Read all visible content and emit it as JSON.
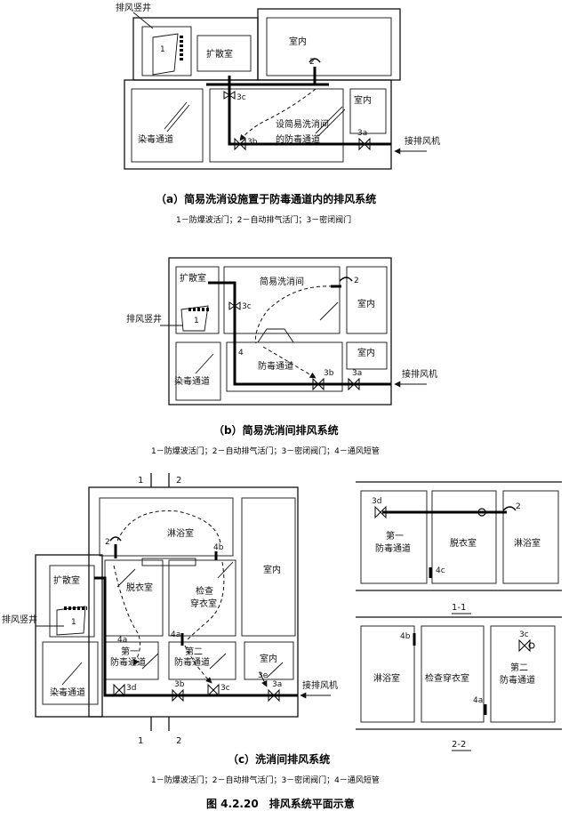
{
  "panel_a": {
    "labels": {
      "shaft": "排风竖井",
      "diffusion": "扩散室",
      "indoor1": "室内",
      "indoor2": "室内",
      "decon": "染毒通道",
      "simple1": "设简易洗消间",
      "simple2": "的防毒通道",
      "connect": "接排风机",
      "n1": "1",
      "n2": "2",
      "n3a": "3a",
      "n3b": "3b",
      "n3c": "3c"
    },
    "caption": "（a）简易洗消设施置于防毒通道内的排风系统",
    "legend": "1－防爆波活门；2－自动排气活门；3－密闭阀门"
  },
  "panel_b": {
    "labels": {
      "diffusion": "扩散室",
      "simple": "简易洗消间",
      "indoor1": "室内",
      "indoor2": "室内",
      "shaft": "排风竖井",
      "anti": "防毒通道",
      "decon": "染毒通道",
      "connect": "接排风机",
      "n1": "1",
      "n2": "2",
      "n3a": "3a",
      "n3b": "3b",
      "n3c": "3c",
      "n4": "4"
    },
    "caption": "（b）简易洗消间排风系统",
    "legend": "1－防爆波活门；2－自动排气活门；3－密闭阀门；4－通风短管"
  },
  "panel_c": {
    "labels": {
      "shower": "淋浴室",
      "diffusion": "扩散室",
      "undress": "脱衣室",
      "inspect1": "检查",
      "inspect2": "穿衣室",
      "indoor1": "室内",
      "indoor2": "室内",
      "shaft": "排风竖井",
      "anti1a": "第一",
      "anti1b": "防毒通道",
      "anti2a": "第二",
      "anti2b": "防毒通道",
      "decon": "染毒通道",
      "connect": "接排风机",
      "n1": "1",
      "n2": "2",
      "n3a": "3a",
      "n3b": "3b",
      "n3c": "3c",
      "n3d": "3d",
      "n3e": "3e",
      "n4a": "4a",
      "n4b": "4b",
      "cut1a": "1",
      "cut1b": "1",
      "cut2a": "2",
      "cut2b": "2"
    },
    "caption": "（c）洗消间排风系统",
    "legend": "1－防爆波活门；2－自动排气活门；3－密闭阀门；4－通风短管"
  },
  "section_11": {
    "labels": {
      "anti1a": "第一",
      "anti1b": "防毒通道",
      "undress": "脱衣室",
      "shower": "淋浴室",
      "n3d": "3d",
      "n2": "2",
      "n4c": "4c",
      "title": "1-1"
    }
  },
  "section_22": {
    "labels": {
      "shower": "淋浴室",
      "inspect": "检查穿衣室",
      "anti2a": "第二",
      "anti2b": "防毒通道",
      "n4b": "4b",
      "n4a": "4a",
      "n3c": "3c",
      "title": "2-2"
    }
  },
  "figure_title": "图 4.2.20　排风系统平面示意"
}
